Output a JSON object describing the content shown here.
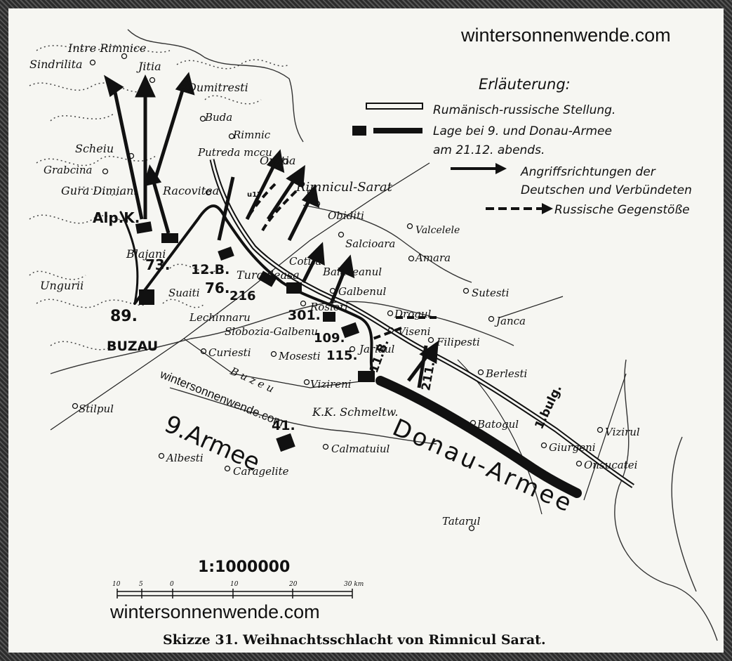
{
  "watermark": "wintersonnenwende.com",
  "watermark_overlay": "wintersonnenwende.com",
  "legend": {
    "title": "Erläuterung:",
    "roman_position": "Rumänisch-russische Stellung.",
    "army_position_line1": "Lage bei 9. und Donau-Armee",
    "army_position_line2": "am 21.12. abends.",
    "attack_line1": "Angriffsrichtungen der",
    "attack_line2": "Deutschen und Verbündeten",
    "counter": "Russische Gegenstöße"
  },
  "places": [
    {
      "id": "sindrilita",
      "name": "Sindrilita"
    },
    {
      "id": "intre",
      "name": "Intre Rimnice"
    },
    {
      "id": "jitia",
      "name": "Jitia"
    },
    {
      "id": "dumitresti",
      "name": "Dumitresti"
    },
    {
      "id": "buda",
      "name": "Buda"
    },
    {
      "id": "rimnic",
      "name": "Rimnic"
    },
    {
      "id": "putreda",
      "name": "Putreda mccu"
    },
    {
      "id": "oratia",
      "name": "Oratia"
    },
    {
      "id": "scheiu",
      "name": "Scheiu"
    },
    {
      "id": "grabcina",
      "name": "Grabcina"
    },
    {
      "id": "gura",
      "name": "Gura Dimiani"
    },
    {
      "id": "racovitea",
      "name": "Racovitea"
    },
    {
      "id": "rimnicul",
      "name": "Rimnicul-Sarat"
    },
    {
      "id": "obiditi",
      "name": "Obiditi"
    },
    {
      "id": "valcelele",
      "name": "Valcelele"
    },
    {
      "id": "salcioara",
      "name": "Salcioara"
    },
    {
      "id": "amara",
      "name": "Amara"
    },
    {
      "id": "sutesti",
      "name": "Sutesti"
    },
    {
      "id": "blajani",
      "name": "Blajani"
    },
    {
      "id": "ungurii",
      "name": "Ungurii"
    },
    {
      "id": "suaiti",
      "name": "Suaiti"
    },
    {
      "id": "cotita",
      "name": "Cotita"
    },
    {
      "id": "tutturleasa",
      "name": "Turculeasa"
    },
    {
      "id": "balaceanul",
      "name": "Balaceanul"
    },
    {
      "id": "galbenul",
      "name": "Galbenul"
    },
    {
      "id": "rosiori",
      "name": "Rosiori"
    },
    {
      "id": "dragul",
      "name": "Drogul"
    },
    {
      "id": "janca",
      "name": "Janca"
    },
    {
      "id": "leahinaru",
      "name": "Lechinnaru"
    },
    {
      "id": "slobozia",
      "name": "Slobozia-Galbenu"
    },
    {
      "id": "viseni",
      "name": "Viseni"
    },
    {
      "id": "jarlaul",
      "name": "Jarlaul"
    },
    {
      "id": "filipesti",
      "name": "Filipesti"
    },
    {
      "id": "buzau",
      "name": "BUZAU"
    },
    {
      "id": "curiesti",
      "name": "Curiesti"
    },
    {
      "id": "mosesti",
      "name": "Mosesti"
    },
    {
      "id": "berlesti",
      "name": "Berlesti"
    },
    {
      "id": "vizireni",
      "name": "Vizireni"
    },
    {
      "id": "buzeu",
      "name": "B u z e u"
    },
    {
      "id": "stilpul",
      "name": "Stilpul"
    },
    {
      "id": "kk",
      "name": "K.K. Schmeltw."
    },
    {
      "id": "batogul",
      "name": "Batogul"
    },
    {
      "id": "vizirul",
      "name": "Vizirul"
    },
    {
      "id": "giurgeni",
      "name": "Giurgeni"
    },
    {
      "id": "onsucatei",
      "name": "Onsucatei"
    },
    {
      "id": "albesti",
      "name": "Albesti"
    },
    {
      "id": "caragelite",
      "name": "Caragelite"
    },
    {
      "id": "calmatuiul",
      "name": "Calmatuiul"
    },
    {
      "id": "tatarul",
      "name": "Tatarul"
    }
  ],
  "units": [
    {
      "id": "alpk",
      "name": "Alp.K."
    },
    {
      "id": "u73",
      "name": "73."
    },
    {
      "id": "u12b",
      "name": "12.B."
    },
    {
      "id": "u76",
      "name": "76."
    },
    {
      "id": "u216",
      "name": "216"
    },
    {
      "id": "u89",
      "name": "89."
    },
    {
      "id": "u301",
      "name": "301."
    },
    {
      "id": "u109",
      "name": "109."
    },
    {
      "id": "u115",
      "name": "115."
    },
    {
      "id": "u41",
      "name": "41."
    },
    {
      "id": "u11b",
      "name": "11.B."
    },
    {
      "id": "u211",
      "name": "211."
    },
    {
      "id": "u1bulg",
      "name": "1.bulg."
    },
    {
      "id": "u17",
      "name": "u17"
    }
  ],
  "armies": {
    "ninth": "9.Armee",
    "donau": "Donau-Armee"
  },
  "scale": {
    "ratio": "1:1000000",
    "ticks": [
      "10",
      "5",
      "0",
      "10",
      "20",
      "30 km"
    ]
  },
  "caption": "Skizze 31.   Weihnachtsschlacht von Rimnicul Sarat."
}
